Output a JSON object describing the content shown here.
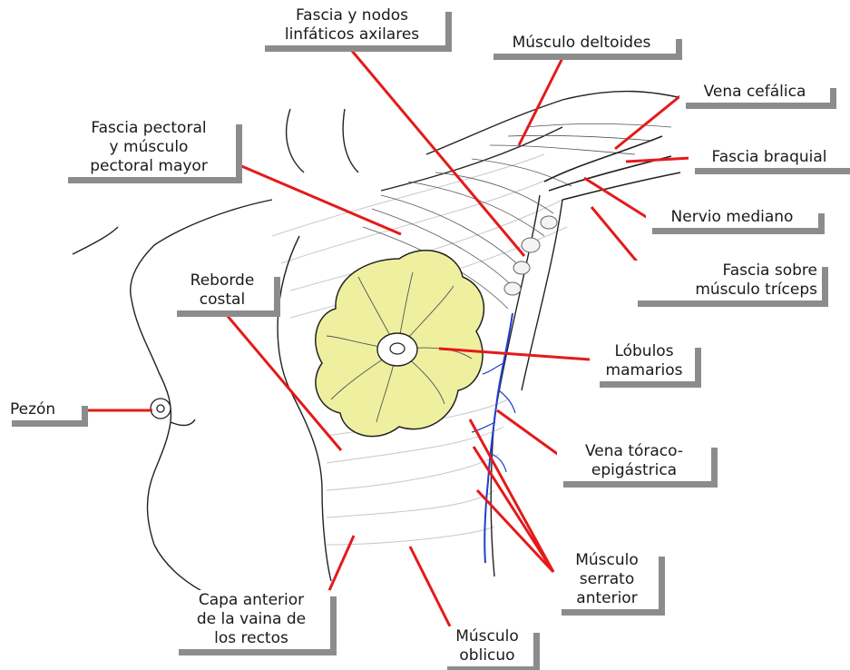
{
  "diagram": {
    "labels": {
      "fascia_axilar": "Fascia y nodos\nlinfáticos axilares",
      "deltoides": "Músculo deltoides",
      "cefalica": "Vena cefálica",
      "braquial": "Fascia braquial",
      "mediano": "Nervio mediano",
      "triceps": "Fascia sobre\nmúsculo tríceps",
      "pectoral": "Fascia pectoral\ny músculo\npectoral mayor",
      "costal": "Reborde\ncostal",
      "lobulos": "Lóbulos\nmamarios",
      "pezon": "Pezón",
      "vena_toraco": "Vena tóraco-\nepigástrica",
      "serrato": "Músculo\nserrato\nanterior",
      "vaina": "Capa anterior\nde la vaina de\nlos rectos",
      "oblicuo": "Músculo\noblicuo"
    },
    "colors": {
      "leader": "#e41a1a",
      "gland": "#eef0a0",
      "vein": "#1f3fc8",
      "outline": "#222222",
      "label_shadow": "#8c8c8c"
    }
  }
}
